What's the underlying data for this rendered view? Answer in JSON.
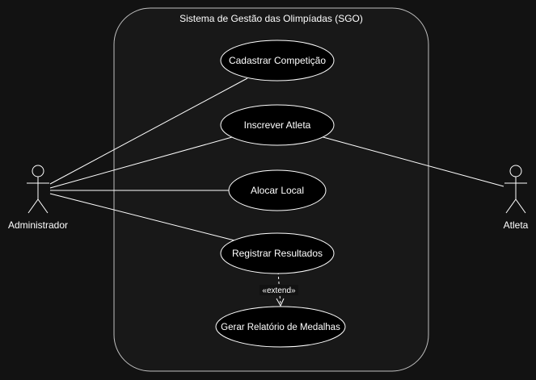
{
  "diagram": {
    "system": {
      "label": "Sistema de Gestão das Olimpíadas (SGO)"
    },
    "actors": {
      "administrador": "Administrador",
      "atleta": "Atleta"
    },
    "use_cases": {
      "cadastrar": "Cadastrar Competição",
      "inscrever": "Inscrever Atleta",
      "alocar": "Alocar Local",
      "registrar": "Registrar Resultados",
      "gerar": "Gerar Relatório de Medalhas"
    },
    "relations": {
      "extend_label": "«extend»"
    },
    "colors": {
      "background": "#121212",
      "stroke": "#ffffff",
      "system_fill": "#181818",
      "system_stroke": "#bfbfbf",
      "usecase_fill": "#000000"
    }
  }
}
